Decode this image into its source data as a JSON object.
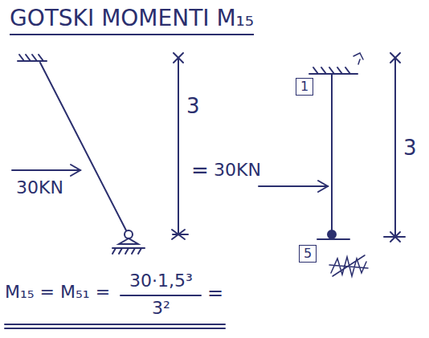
{
  "diagram": {
    "title": "GOTSKI MOMENTI M₁₅",
    "nodes": [
      {
        "text": [
          "1"
        ]
      },
      {
        "text": [
          "5"
        ]
      }
    ],
    "labels": [
      "3",
      "30KN",
      "=",
      "30KN",
      "3",
      "M₁₅ = M₅₁ =",
      "30·1,5³",
      "3²",
      "="
    ]
  }
}
